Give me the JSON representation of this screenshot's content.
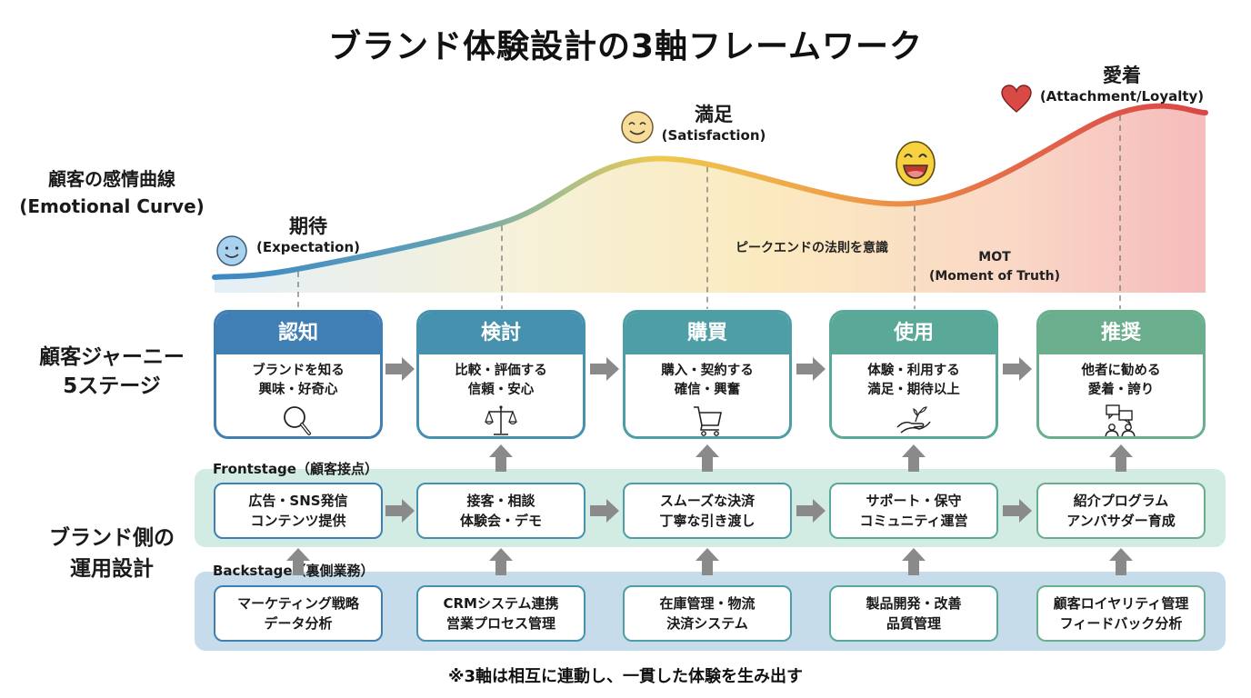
{
  "title": "ブランド体験設計の3軸フレームワーク",
  "rows": {
    "curve": {
      "line1": "顧客の感情曲線",
      "line2": "(Emotional Curve)"
    },
    "journey": {
      "line1": "顧客ジャーニー",
      "line2": "5ステージ"
    },
    "brand": {
      "line1": "ブランド側の",
      "line2": "運用設計"
    }
  },
  "emotional_curve": {
    "points": [
      {
        "jp": "期待",
        "en": "(Expectation)",
        "icon": "calm-smile-face-icon",
        "level": 0.05
      },
      {
        "jp": "満足",
        "en": "(Satisfaction)",
        "icon": "happy-face-icon",
        "level": 0.72
      },
      {
        "jp": "",
        "en": "",
        "icon": "laughing-face-icon",
        "level": 0.45
      },
      {
        "jp": "愛着",
        "en": "(Attachment/Loyalty)",
        "icon": "heart-icon",
        "level": 1.0
      }
    ],
    "notes": {
      "peak_end": "ピークエンドの法則を意識",
      "mot_line1": "MOT",
      "mot_line2": "(Moment of Truth)"
    },
    "colors": {
      "start": "#3d88c4",
      "mid": "#f0c94e",
      "dip": "#ee9a45",
      "end": "#dd4a45"
    }
  },
  "stages": [
    {
      "name": "認知",
      "line1": "ブランドを知る",
      "line2": "興味・好奇心",
      "icon": "magnifier-icon",
      "color": "#3f7fb4"
    },
    {
      "name": "検討",
      "line1": "比較・評価する",
      "line2": "信頼・安心",
      "icon": "scale-icon",
      "color": "#4691ae"
    },
    {
      "name": "購買",
      "line1": "購入・契約する",
      "line2": "確信・興奮",
      "icon": "cart-icon",
      "color": "#4d9ea5"
    },
    {
      "name": "使用",
      "line1": "体験・利用する",
      "line2": "満足・期待以上",
      "icon": "hand-plant-icon",
      "color": "#5aa898"
    },
    {
      "name": "推奨",
      "line1": "他者に勧める",
      "line2": "愛着・誇り",
      "icon": "people-chat-icon",
      "color": "#6aae8d"
    }
  ],
  "frontstage": {
    "label": "Frontstage（顧客接点）",
    "items": [
      {
        "line1": "広告・SNS発信",
        "line2": "コンテンツ提供"
      },
      {
        "line1": "接客・相談",
        "line2": "体験会・デモ"
      },
      {
        "line1": "スムーズな決済",
        "line2": "丁寧な引き渡し"
      },
      {
        "line1": "サポート・保守",
        "line2": "コミュニティ運営"
      },
      {
        "line1": "紹介プログラム",
        "line2": "アンバサダー育成"
      }
    ]
  },
  "backstage": {
    "label": "Backstage（裏側業務）",
    "items": [
      {
        "line1": "マーケティング戦略",
        "line2": "データ分析"
      },
      {
        "line1": "CRMシステム連携",
        "line2": "営業プロセス管理"
      },
      {
        "line1": "在庫管理・物流",
        "line2": "決済システム"
      },
      {
        "line1": "製品開発・改善",
        "line2": "品質管理"
      },
      {
        "line1": "顧客ロイヤリティ管理",
        "line2": "フィードバック分析"
      }
    ]
  },
  "footer": "※3軸は相互に連動し、一貫した体験を生み出す"
}
